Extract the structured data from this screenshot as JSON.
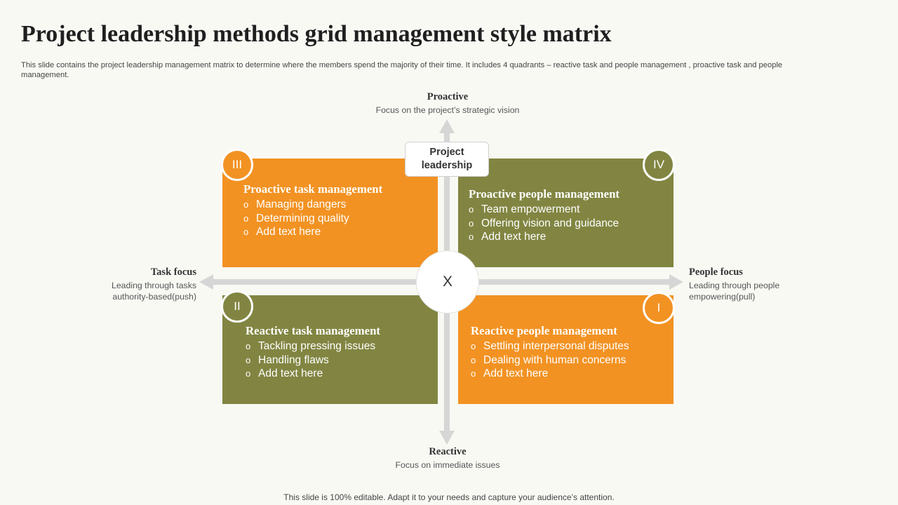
{
  "title": "Project leadership methods grid management style matrix",
  "description": "This slide contains the project leadership management matrix to determine where the members spend the majority of their time. It includes 4 quadrants – reactive task and people management , proactive task and people management.",
  "axes": {
    "top": {
      "title": "Proactive",
      "subtitle": "Focus on the project’s strategic vision"
    },
    "bottom": {
      "title": "Reactive",
      "subtitle": "Focus on immediate issues"
    },
    "left": {
      "title": "Task focus",
      "line1": "Leading through tasks",
      "line2": "authority-based(push)"
    },
    "right": {
      "title": "People focus",
      "line1": "Leading through people",
      "line2": "empowering(pull)"
    }
  },
  "center_box": {
    "line1": "Project",
    "line2": "leadership"
  },
  "center_circle": "X",
  "quadrants": {
    "top_left": {
      "badge": "III",
      "title": "Proactive task management",
      "items": [
        "Managing dangers",
        "Determining quality",
        "Add text here"
      ]
    },
    "top_right": {
      "badge": "IV",
      "title": "Proactive people management",
      "items": [
        "Team empowerment",
        "Offering vision and guidance",
        "Add text here"
      ]
    },
    "bottom_left": {
      "badge": "II",
      "title": "Reactive task management",
      "items": [
        "Tackling pressing issues",
        "Handling flaws",
        "Add text here"
      ]
    },
    "bottom_right": {
      "badge": "I",
      "title": "Reactive people management",
      "items": [
        "Settling interpersonal disputes",
        "Dealing with human concerns",
        "Add text here"
      ]
    }
  },
  "bullet_glyph": "o",
  "colors": {
    "orange": "#f29222",
    "olive": "#818541",
    "arrow": "#d6d6d6",
    "background": "#f9f9f4"
  },
  "footer": "This slide is 100% editable. Adapt it to your needs and capture your audience’s attention."
}
